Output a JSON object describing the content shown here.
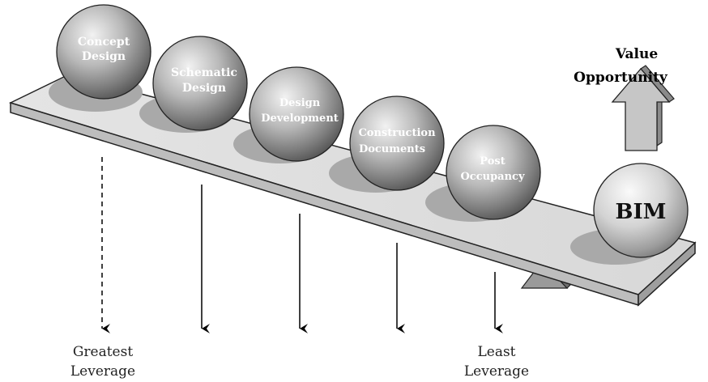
{
  "phases": [
    {
      "line1": "Concept",
      "line2": "Design"
    },
    {
      "line1": "Schematic",
      "line2": "Design"
    },
    {
      "line1": "Design",
      "line2": "Development"
    },
    {
      "line1": "Construction",
      "line2": "Documents"
    },
    {
      "line1": "Post",
      "line2": "Occupancy"
    }
  ],
  "bim": {
    "label": "BIM"
  },
  "value_opportunity": {
    "line1": "Value",
    "line2": "Opportunity"
  },
  "leverage": {
    "greatest": {
      "line1": "Greatest",
      "line2": "Leverage"
    },
    "least": {
      "line1": "Least",
      "line2": "Leverage"
    }
  },
  "colors": {
    "beam_top": "#dedede",
    "beam_side": "#bdbdbd",
    "shadow": "#a9a9a9",
    "ball_light": "#ededed",
    "ball_dark": "#555555",
    "arrow_face": "#c6c6c6",
    "arrow_side": "#8a8a8a"
  }
}
